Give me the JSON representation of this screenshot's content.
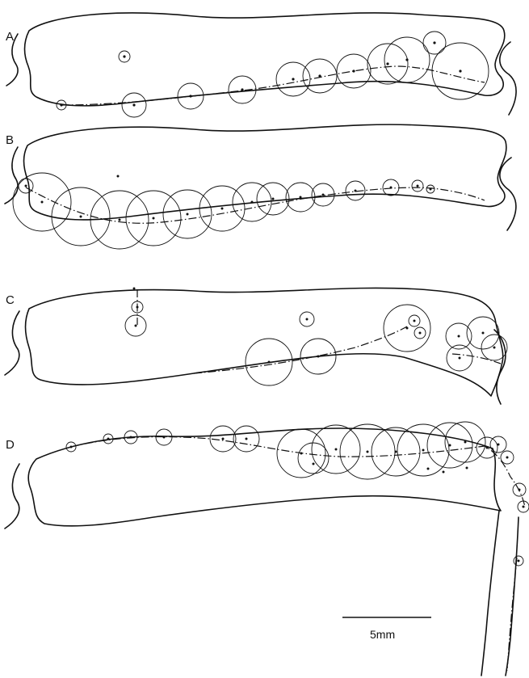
{
  "panels": [
    {
      "label": "A"
    },
    {
      "label": "B"
    },
    {
      "label": "C"
    },
    {
      "label": "D"
    }
  ],
  "scale_bar": {
    "label": "5mm"
  }
}
